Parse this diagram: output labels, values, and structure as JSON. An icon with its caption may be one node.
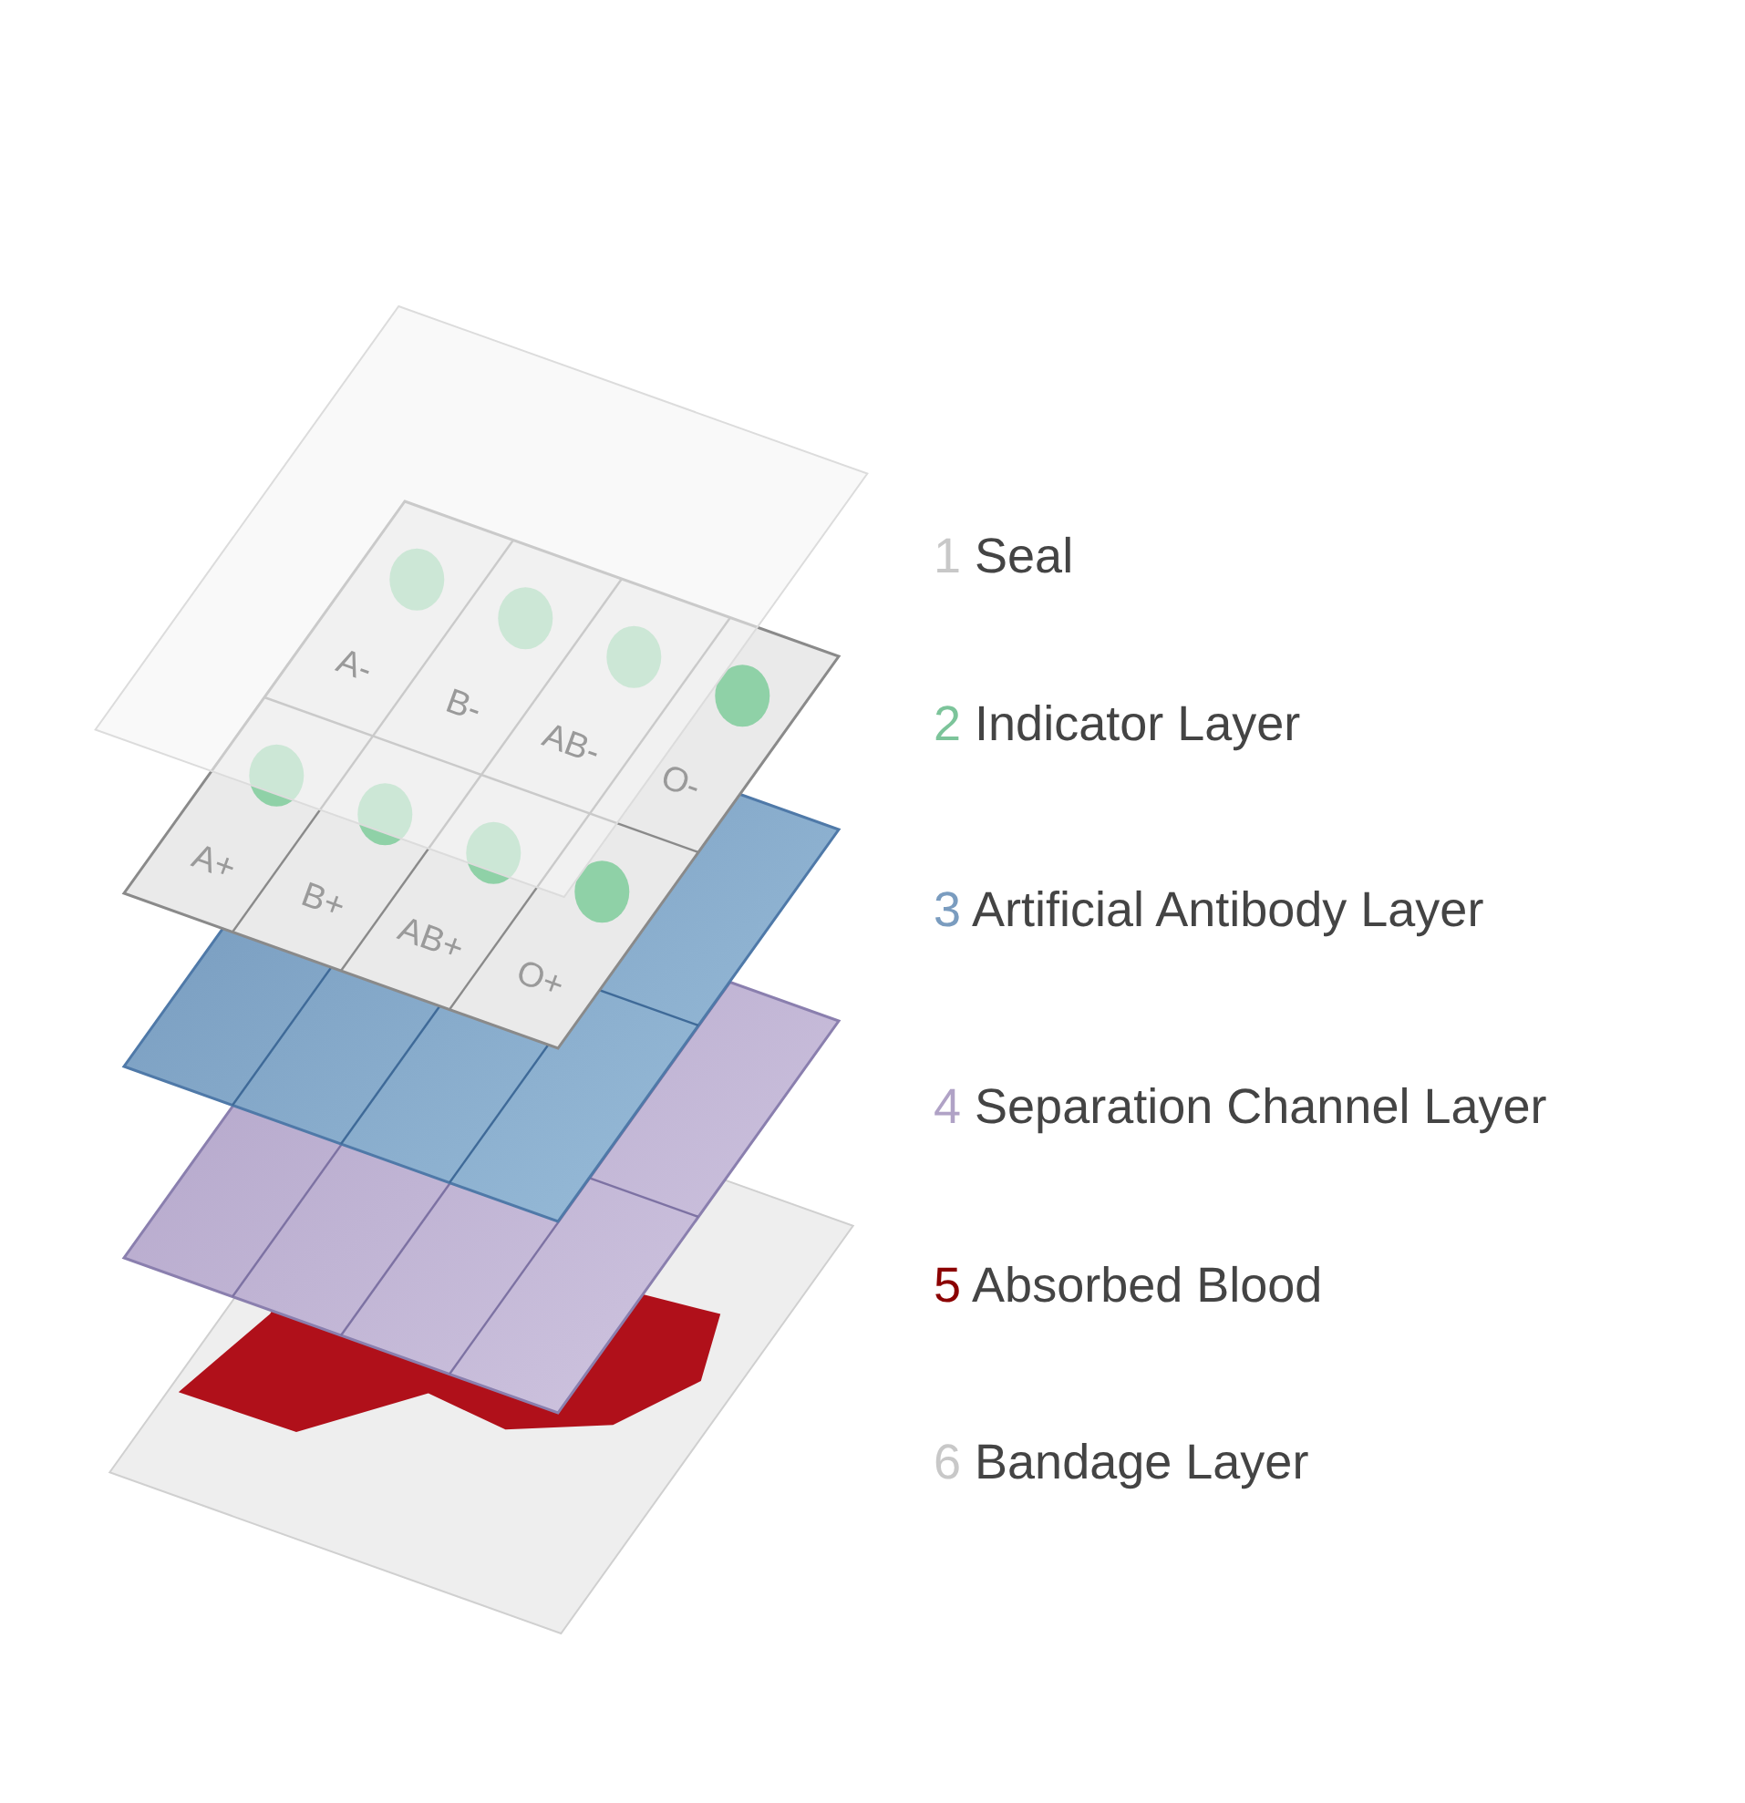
{
  "diagram": {
    "labels": [
      "1 Seal",
      "2 Indicator Layer",
      "3 Artificial Antibody Layer",
      "4 Separation Channel Layer",
      "5 Absorbed Blood",
      "6 Bandage Layer",
      "A-",
      "B-",
      "AB-",
      "O-",
      "A+",
      "B+",
      "AB+",
      "O+"
    ]
  }
}
